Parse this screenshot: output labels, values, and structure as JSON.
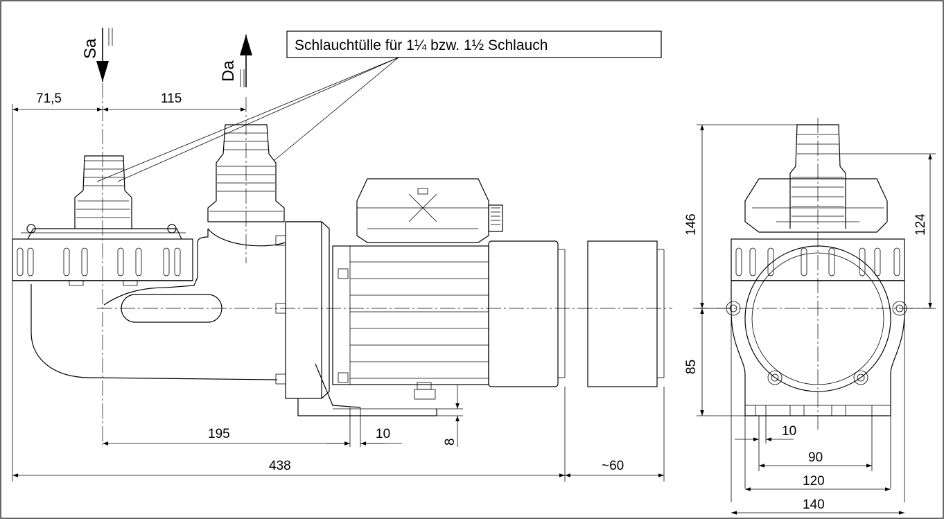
{
  "labels": {
    "suction": "Sa",
    "discharge": "Da",
    "callout": "Schlauchtülle für 1¼  bzw. 1½  Schlauch"
  },
  "dimensions": {
    "side_view": {
      "suction_offset": "71,5",
      "suction_to_discharge": "115",
      "suction_to_foot": "195",
      "foot_width": "10",
      "foot_height": "8",
      "overall_length": "438",
      "motor_removal": "~60"
    },
    "end_view": {
      "overall_height": "146",
      "hose_height": "124",
      "shaft_height": "85",
      "foot_width": "10",
      "hole_spacing": "90",
      "base_width": "120",
      "overall_width": "140"
    }
  }
}
